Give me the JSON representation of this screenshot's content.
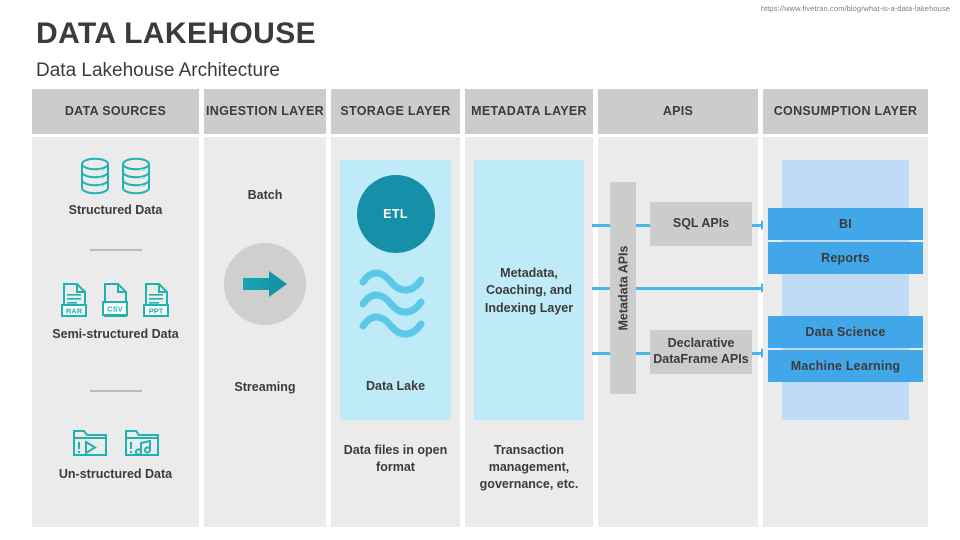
{
  "source_url": "https://www.fivetran.com/blog/what-is-a-data-lakehouse",
  "title": "DATA LAKEHOUSE",
  "subtitle": "Data Lakehouse Architecture",
  "columns": {
    "data_sources": {
      "header": "DATA SOURCES",
      "items": [
        {
          "label": "Structured Data",
          "icons": [
            "database-cylinder-icon",
            "database-cylinder-icon"
          ]
        },
        {
          "label": "Semi-structured Data",
          "icons": [
            "file-rar-icon",
            "file-csv-icon",
            "file-ppt-icon"
          ],
          "file_labels": [
            "RAR",
            "CSV",
            "PPT"
          ]
        },
        {
          "label": "Un-structured Data",
          "icons": [
            "folder-video-icon",
            "folder-audio-icon"
          ]
        }
      ]
    },
    "ingestion_layer": {
      "header": "INGESTION LAYER",
      "top_label": "Batch",
      "bottom_label": "Streaming",
      "icon": "arrow-right-icon"
    },
    "storage_layer": {
      "header": "STORAGE LAYER",
      "etl_label": "ETL",
      "panel_caption": "Data Lake",
      "waves_icon": "water-waves-icon",
      "under_caption": "Data files in open format"
    },
    "metadata_layer": {
      "header": "METADATA LAYER",
      "panel_text": "Metadata, Coaching, and Indexing Layer",
      "under_caption": "Transaction management, governance, etc."
    },
    "apis": {
      "header": "APIS",
      "vertical_bar_label": "Metadata APIs",
      "boxes": [
        {
          "label": "SQL APIs"
        },
        {
          "label": "Declarative DataFrame APIs"
        }
      ]
    },
    "consumption_layer": {
      "header": "CONSUMPTION LAYER",
      "bars": [
        {
          "label": "BI"
        },
        {
          "label": "Reports"
        },
        {
          "label": "Data Science"
        },
        {
          "label": "Machine Learning"
        }
      ]
    }
  },
  "colors": {
    "header_gray": "#cccccc",
    "column_bg": "#ebebeb",
    "teal": "#1eb2b0",
    "etl_teal": "#1590a8",
    "light_blue_panel": "#bfeaf7",
    "wave_blue": "#5bc8e8",
    "arrow_blue": "#4ab5ea",
    "consumption_panel": "#bedcf5",
    "consumption_bar": "#42a7e8",
    "text": "#3b3b3b"
  }
}
